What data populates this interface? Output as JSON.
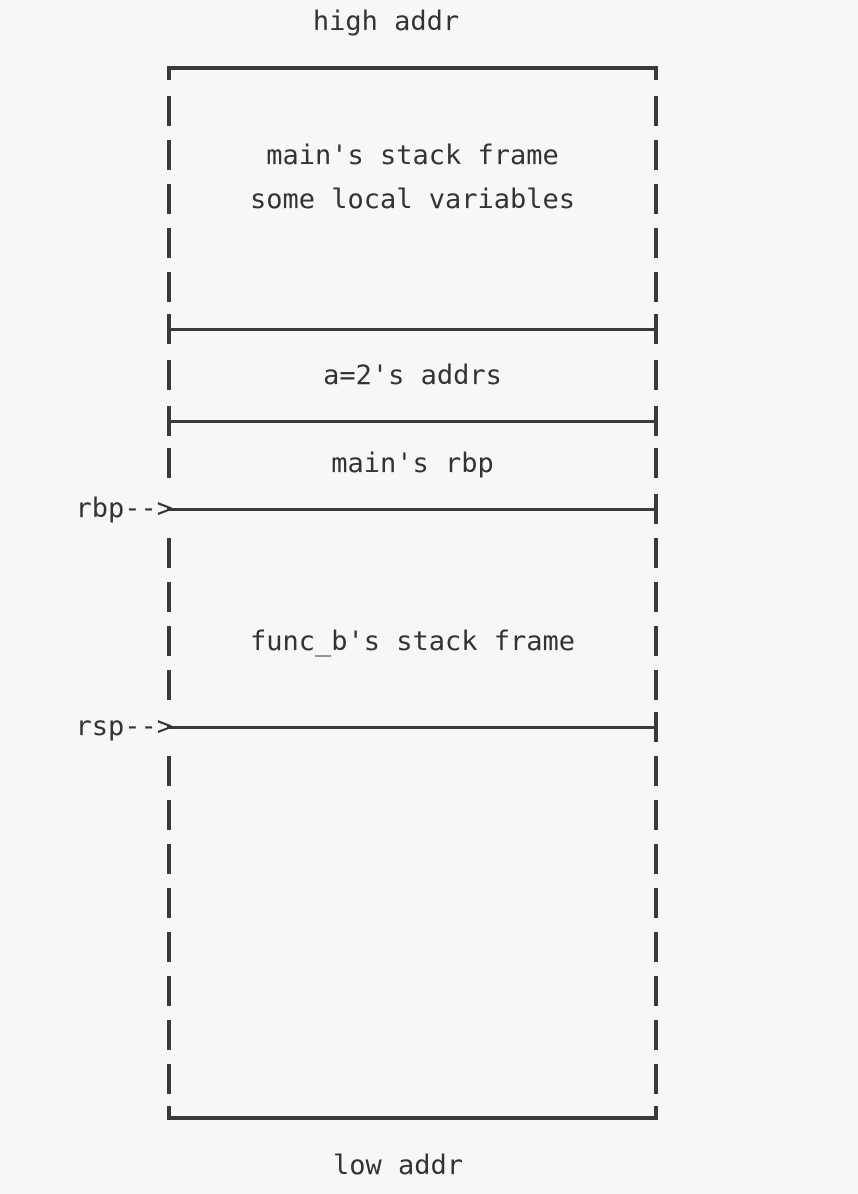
{
  "diagram": {
    "kind": "ascii-stack-frame-diagram",
    "top_caption": "high addr",
    "bottom_caption": "low addr",
    "colors": {
      "background": "#f7f7f7",
      "stroke": "#3a3a3a",
      "text": "#333333"
    },
    "regions": [
      {
        "id": "main-frame",
        "lines": [
          "main's stack frame",
          "some local variables"
        ]
      },
      {
        "id": "a-addrs",
        "lines": [
          "a=2's addrs"
        ]
      },
      {
        "id": "main-rbp",
        "lines": [
          "main's rbp"
        ]
      },
      {
        "id": "func-b-frame",
        "lines": [
          "func_b's stack frame"
        ]
      },
      {
        "id": "free-space",
        "lines": []
      }
    ],
    "pointers": [
      {
        "id": "rbp",
        "label": "rbp-->"
      },
      {
        "id": "rsp",
        "label": "rsp-->"
      }
    ],
    "labels": {
      "main_stack_frame": "main's stack frame",
      "some_local_variables": "some local variables",
      "a_addrs": "a=2's addrs",
      "main_rbp": "main's rbp",
      "func_b_stack_frame": "func_b's stack frame",
      "rbp_pointer": "rbp-->",
      "rsp_pointer": "rsp-->"
    }
  }
}
